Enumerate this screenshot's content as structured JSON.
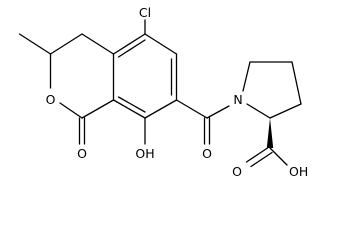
{
  "molecule": {
    "atoms": {
      "cl": "Cl",
      "ring_o": "O",
      "carbonyl_o": "O",
      "hydroxyl": "OH",
      "amide_o": "O",
      "n": "N",
      "acid_o": "O",
      "acid_oh": "OH"
    }
  }
}
